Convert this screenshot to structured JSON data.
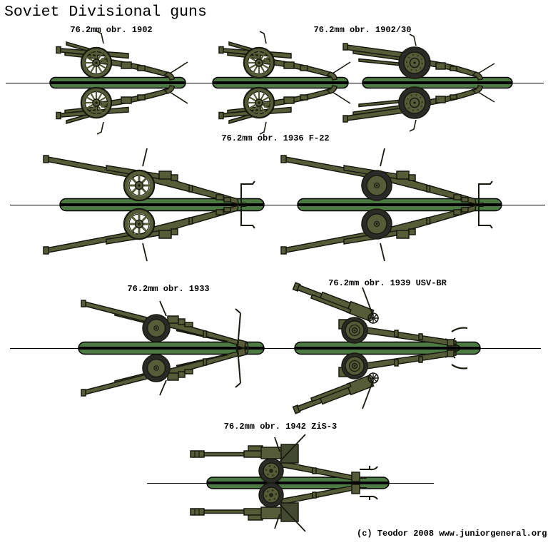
{
  "title": "Soviet Divisional guns",
  "credit": "(c) Teodor 2008 www.juniorgeneral.org",
  "labels": [
    {
      "text": "76.2mm obr. 1902"
    },
    {
      "text": "76.2mm obr. 1902/30"
    },
    {
      "text": "76.2mm obr. 1936 F-22"
    },
    {
      "text": "76.2mm obr. 1933"
    },
    {
      "text": "76.2mm obr. 1939 USV-BR"
    },
    {
      "text": "76.2mm obr. 1942 ZiS-3"
    }
  ],
  "figures": [
    {
      "gun": "76.2mm obr. 1902",
      "wheel": "spoked-12",
      "copies": 2
    },
    {
      "gun": "76.2mm obr. 1902/30",
      "wheel": "rubber-disc-riveted",
      "copies": 1
    },
    {
      "gun": "76.2mm obr. 1936 F-22",
      "wheel": "spoked-8",
      "copies": 1
    },
    {
      "gun": "76.2mm obr. 1936 F-22",
      "wheel": "rubber-disc",
      "copies": 1
    },
    {
      "gun": "76.2mm obr. 1933",
      "wheel": "rubber-disc",
      "copies": 1
    },
    {
      "gun": "76.2mm obr. 1939 USV-BR",
      "wheel": "rubber-disc-ringed",
      "copies": 1
    },
    {
      "gun": "76.2mm obr. 1942 ZiS-3",
      "wheel": "rubber-disc-holes",
      "copies": 1
    }
  ],
  "colors": {
    "gun_olive": "#565b38",
    "gun_olive_dark": "#434830",
    "outline": "#191a0f",
    "tire_dark": "#2a2a26",
    "base_green": "#4c7a42",
    "fold_line": "#000000",
    "background": "#ffffff"
  }
}
